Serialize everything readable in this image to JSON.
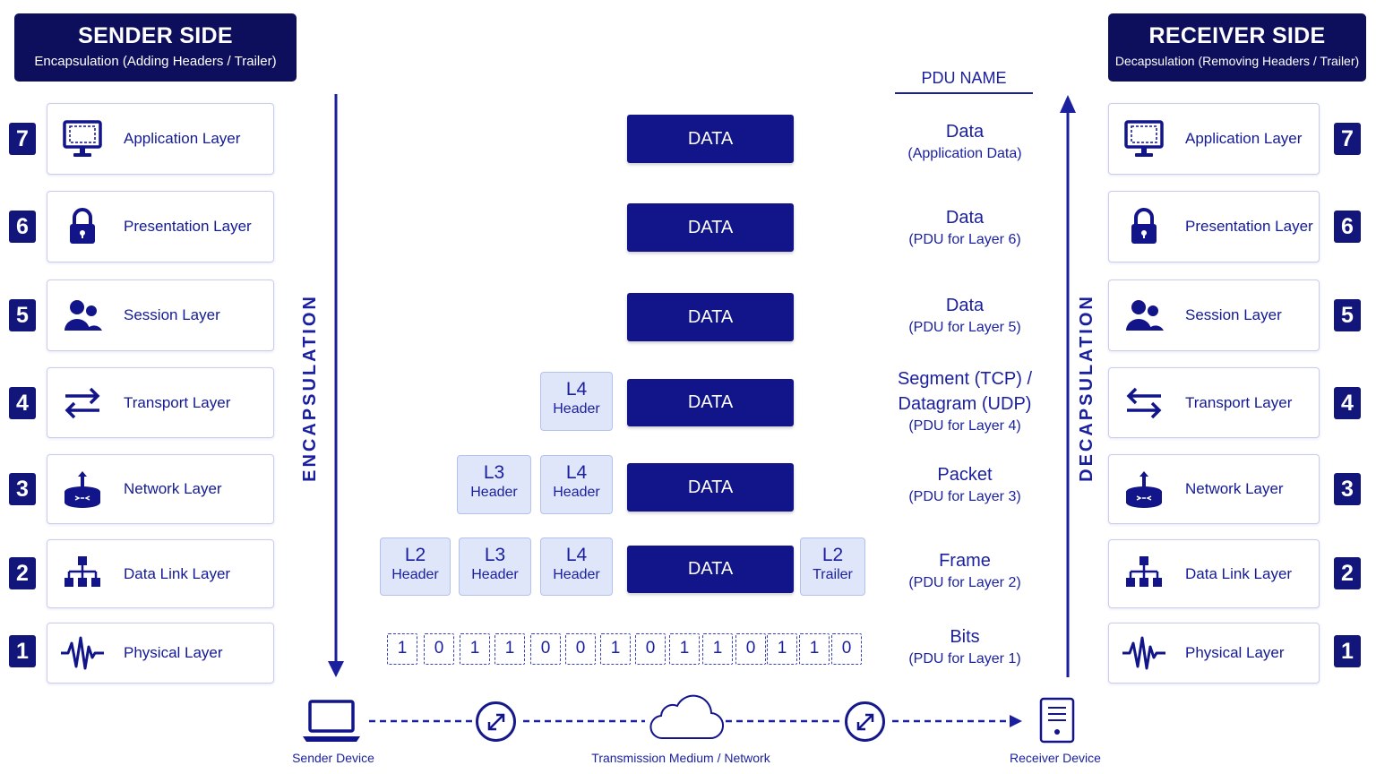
{
  "sender": {
    "title": "SENDER SIDE",
    "subtitle": "Encapsulation (Adding Headers / Trailer)"
  },
  "receiver": {
    "title": "RECEIVER SIDE",
    "subtitle": "Decapsulation (Removing Headers / Trailer)"
  },
  "layers": [
    {
      "num": "7",
      "label": "Application Layer",
      "icon": "monitor-icon"
    },
    {
      "num": "6",
      "label": "Presentation Layer",
      "icon": "lock-icon"
    },
    {
      "num": "5",
      "label": "Session Layer",
      "icon": "users-icon"
    },
    {
      "num": "4",
      "label": "Transport Layer",
      "icon": "arrows-icon"
    },
    {
      "num": "3",
      "label": "Network Layer",
      "icon": "router-icon"
    },
    {
      "num": "2",
      "label": "Data Link Layer",
      "icon": "hierarchy-icon"
    },
    {
      "num": "1",
      "label": "Physical Layer",
      "icon": "waveform-icon"
    }
  ],
  "encapsulation_label": "ENCAPSULATION",
  "decapsulation_label": "DECAPSULATION",
  "pdu_heading": "PDU NAME",
  "data_label": "DATA",
  "headers": {
    "l4": {
      "top": "L4",
      "bottom": "Header"
    },
    "l3": {
      "top": "L3",
      "bottom": "Header"
    },
    "l2": {
      "top": "L2",
      "bottom": "Header"
    },
    "l2t": {
      "top": "L2",
      "bottom": "Trailer"
    }
  },
  "bits": [
    "1",
    "0",
    "1",
    "1",
    "0",
    "0",
    "1",
    "0",
    "1",
    "1",
    "0",
    "1",
    "1",
    "0"
  ],
  "pdu_names": [
    {
      "main": "Data",
      "sub": "(Application Data)"
    },
    {
      "main": "Data",
      "sub": "(PDU for Layer 6)"
    },
    {
      "main": "Data",
      "sub": "(PDU for Layer 5)"
    },
    {
      "main": "Segment (TCP) / Datagram (UDP)",
      "sub": "(PDU for Layer 4)"
    },
    {
      "main": "Packet",
      "sub": "(PDU for Layer 3)"
    },
    {
      "main": "Frame",
      "sub": "(PDU for Layer 2)"
    },
    {
      "main": "Bits",
      "sub": "(PDU for Layer 1)"
    }
  ],
  "bottom": {
    "sender_device": "Sender Device",
    "medium": "Transmission Medium / Network",
    "receiver_device": "Receiver Device"
  },
  "colors": {
    "navy": "#0d0f5c",
    "accent": "#1a1f9e",
    "header_fill": "#dfe6fa"
  }
}
